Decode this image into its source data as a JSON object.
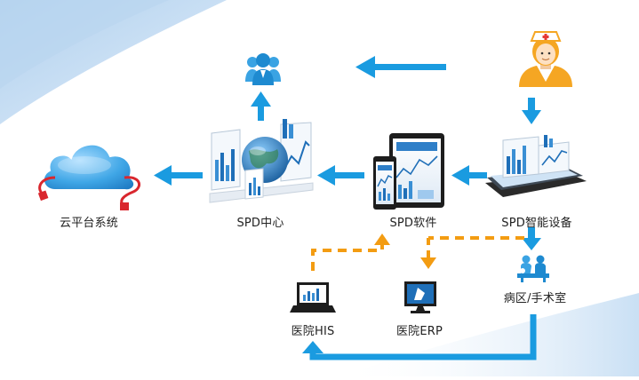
{
  "nodes": {
    "cloud": {
      "label": "云平台系统"
    },
    "spd_center": {
      "label": "SPD中心"
    },
    "spd_software": {
      "label": "SPD软件"
    },
    "spd_device": {
      "label": "SPD智能设备"
    },
    "ward": {
      "label": "病区/手术室"
    },
    "his": {
      "label": "医院HIS"
    },
    "erp": {
      "label": "医院ERP"
    }
  },
  "colors": {
    "arrow_blue": "#1a9be0",
    "arrow_orange": "#f39c12",
    "nurse_orange": "#f5a623",
    "people_blue": "#3aa3e3",
    "cloud_blue": "#3fa6e6",
    "cable_red": "#d9272e",
    "bg_wave_blue": "#cfe3f7"
  },
  "icons": [
    "nurse-icon",
    "people-group-icon",
    "cloud-icon",
    "network-cable-icon",
    "globe-dashboard-icon",
    "tablet-phone-icon",
    "smart-device-icon",
    "surgery-icon",
    "laptop-his-icon",
    "monitor-erp-icon"
  ]
}
